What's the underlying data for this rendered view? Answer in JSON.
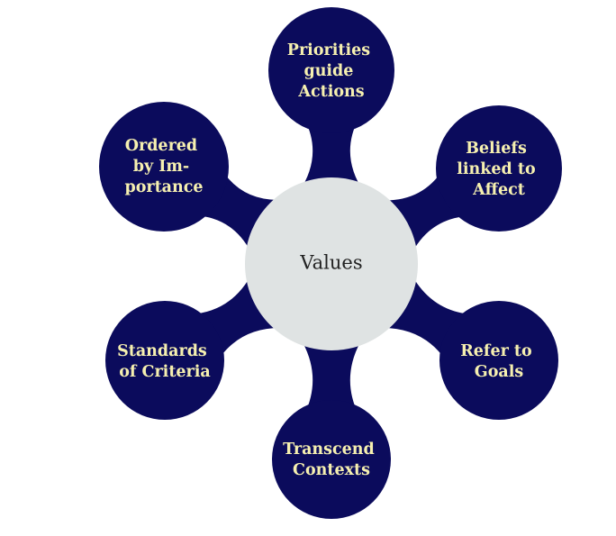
{
  "center": {
    "label": "Values"
  },
  "nodes": [
    {
      "id": "priorities",
      "lines": [
        "Priorities",
        "guide",
        "Actions"
      ]
    },
    {
      "id": "beliefs",
      "lines": [
        "Beliefs",
        "linked to",
        "Affect"
      ]
    },
    {
      "id": "goals",
      "lines": [
        "Refer to",
        "Goals"
      ]
    },
    {
      "id": "transcend",
      "lines": [
        "Transcend",
        "Contexts"
      ]
    },
    {
      "id": "standards",
      "lines": [
        "Standards",
        "of Criteria"
      ]
    },
    {
      "id": "ordered",
      "lines": [
        "Ordered",
        "by Im-",
        "portance"
      ]
    }
  ],
  "colors": {
    "node_fill": "#0b0b5c",
    "node_text": "#f6f0b0",
    "center_fill": "#dfe3e3",
    "center_text": "#222222"
  }
}
